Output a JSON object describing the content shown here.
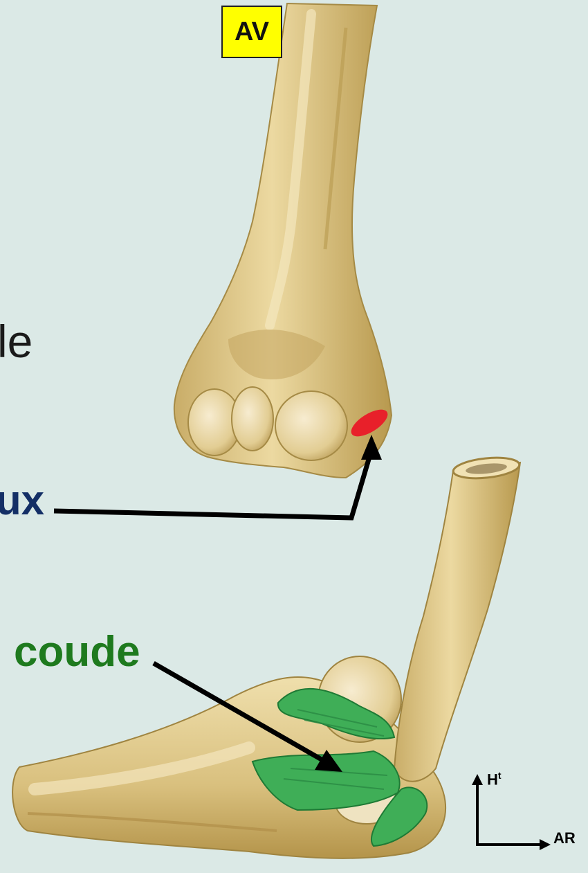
{
  "labels": {
    "view_badge": "AV",
    "partial_left_text": "le",
    "partial_label_blue": "ux",
    "joint_label": "coude"
  },
  "orientation": {
    "vertical_axis_main": "H",
    "vertical_axis_sup": "t",
    "horizontal_axis": "AR"
  },
  "colors": {
    "background": "#dbe9e6",
    "bone": "#e2cd8d",
    "bone_shadow": "#b99b52",
    "highlight_marker": "#e8202a",
    "ligament": "#3fae57",
    "label_blue": "#142f66",
    "label_green": "#1e7a1e",
    "badge": "#ffff00"
  }
}
